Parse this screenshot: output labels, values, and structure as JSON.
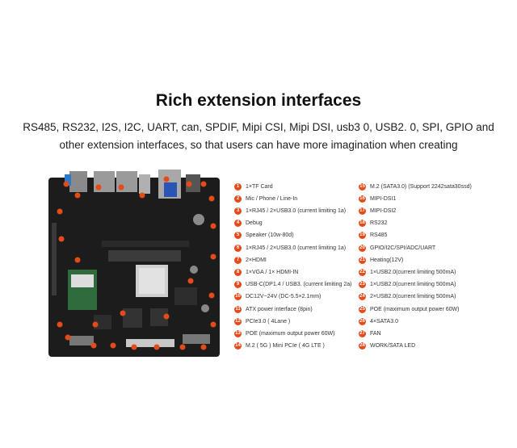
{
  "title": "Rich extension interfaces",
  "subtitle": "RS485, RS232, I2S, I2C, UART, can, SPDIF, Mipi CSI, Mipi DSI, usb3 0, USB2. 0, SPI, GPIO and other extension interfaces, so that users can have more imagination when creating",
  "colors": {
    "badge": "#e64a19",
    "board": "#1c1c1c"
  },
  "legend_left": [
    {
      "n": "1",
      "text": "1×TF Card"
    },
    {
      "n": "2",
      "text": "Mic / Phone / Line-In"
    },
    {
      "n": "3",
      "text": "1×RJ45 / 2×USB3.0 (current limiting 1a)"
    },
    {
      "n": "4",
      "text": "Debug"
    },
    {
      "n": "5",
      "text": "Speaker (10w-80d)"
    },
    {
      "n": "6",
      "text": "1×RJ45 / 2×USB3.0 (current limiting 1a)"
    },
    {
      "n": "7",
      "text": "2×HDMI"
    },
    {
      "n": "8",
      "text": "1×VGA / 1× HDMI-IN"
    },
    {
      "n": "9",
      "text": "USB-C(DP1.4 / USB3. (current limiting 2a)"
    },
    {
      "n": "10",
      "text": "DC12V~24V (DC-5.5×2.1mm)"
    },
    {
      "n": "11",
      "text": "ATX power interface (8pin)"
    },
    {
      "n": "12",
      "text": "PCIe3.0 ( 4Lane )"
    },
    {
      "n": "13",
      "text": "POE (maximum output power 60W)"
    },
    {
      "n": "14",
      "text": "M.2 ( 5G ) Mini PCIe ( 4G LTE )"
    }
  ],
  "legend_right": [
    {
      "n": "15",
      "text": "M.2 (SATA3.0) (Support 2242sata30ssd)"
    },
    {
      "n": "16",
      "text": "MIPI-DSI1"
    },
    {
      "n": "17",
      "text": "MIPI-DSI2"
    },
    {
      "n": "18",
      "text": "RS232"
    },
    {
      "n": "19",
      "text": "RS485"
    },
    {
      "n": "20",
      "text": "GPIO/I2C/SPI/ADC/UART"
    },
    {
      "n": "21",
      "text": "Heating(12V)"
    },
    {
      "n": "22",
      "text": "1×USB2.0(current limiting 500mA)"
    },
    {
      "n": "23",
      "text": "1×USB2.0(current limiting 500mA)"
    },
    {
      "n": "24",
      "text": "2×USB2.0(current limiting 500mA)"
    },
    {
      "n": "25",
      "text": "POE (maximum output power 60W)"
    },
    {
      "n": "26",
      "text": "4×SATA3.0"
    },
    {
      "n": "27",
      "text": "FAN"
    },
    {
      "n": "28",
      "text": "WORK/SATA LED"
    }
  ]
}
